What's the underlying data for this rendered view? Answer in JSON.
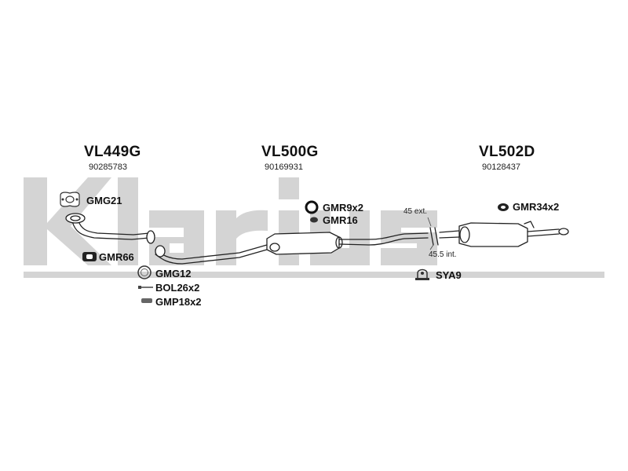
{
  "watermark": {
    "text": "Klarius",
    "color": "#d4d4d4"
  },
  "sections": [
    {
      "code": "VL449G",
      "number": "90285783"
    },
    {
      "code": "VL500G",
      "number": "90169931"
    },
    {
      "code": "VL502D",
      "number": "90128437"
    }
  ],
  "parts": {
    "gmg21": "GMG21",
    "gmr66": "GMR66",
    "gmg12": "GMG12",
    "bol26": "BOL26x2",
    "gmp18": "GMP18x2",
    "gmr9": "GMR9x2",
    "gmr16": "GMR16",
    "gmr34": "GMR34x2",
    "sya9": "SYA9"
  },
  "dimensions": {
    "ext": "45 ext.",
    "int": "45.5 int."
  }
}
